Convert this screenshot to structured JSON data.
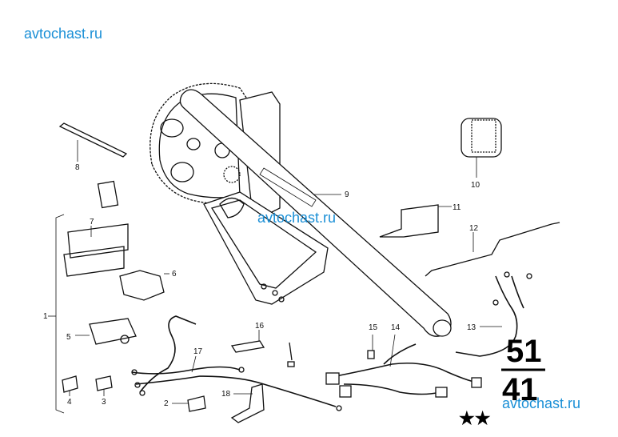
{
  "watermarks": {
    "top_left": "avtochast.ru",
    "middle": "avtochast.ru",
    "bottom_right": "avtochast.ru"
  },
  "callouts": [
    "1",
    "2",
    "3",
    "4",
    "5",
    "6",
    "7",
    "8",
    "9",
    "10",
    "11",
    "12",
    "13",
    "14",
    "15",
    "16",
    "17",
    "18"
  ],
  "section_code": {
    "top": "51",
    "bottom": "41"
  },
  "stars": "★★"
}
